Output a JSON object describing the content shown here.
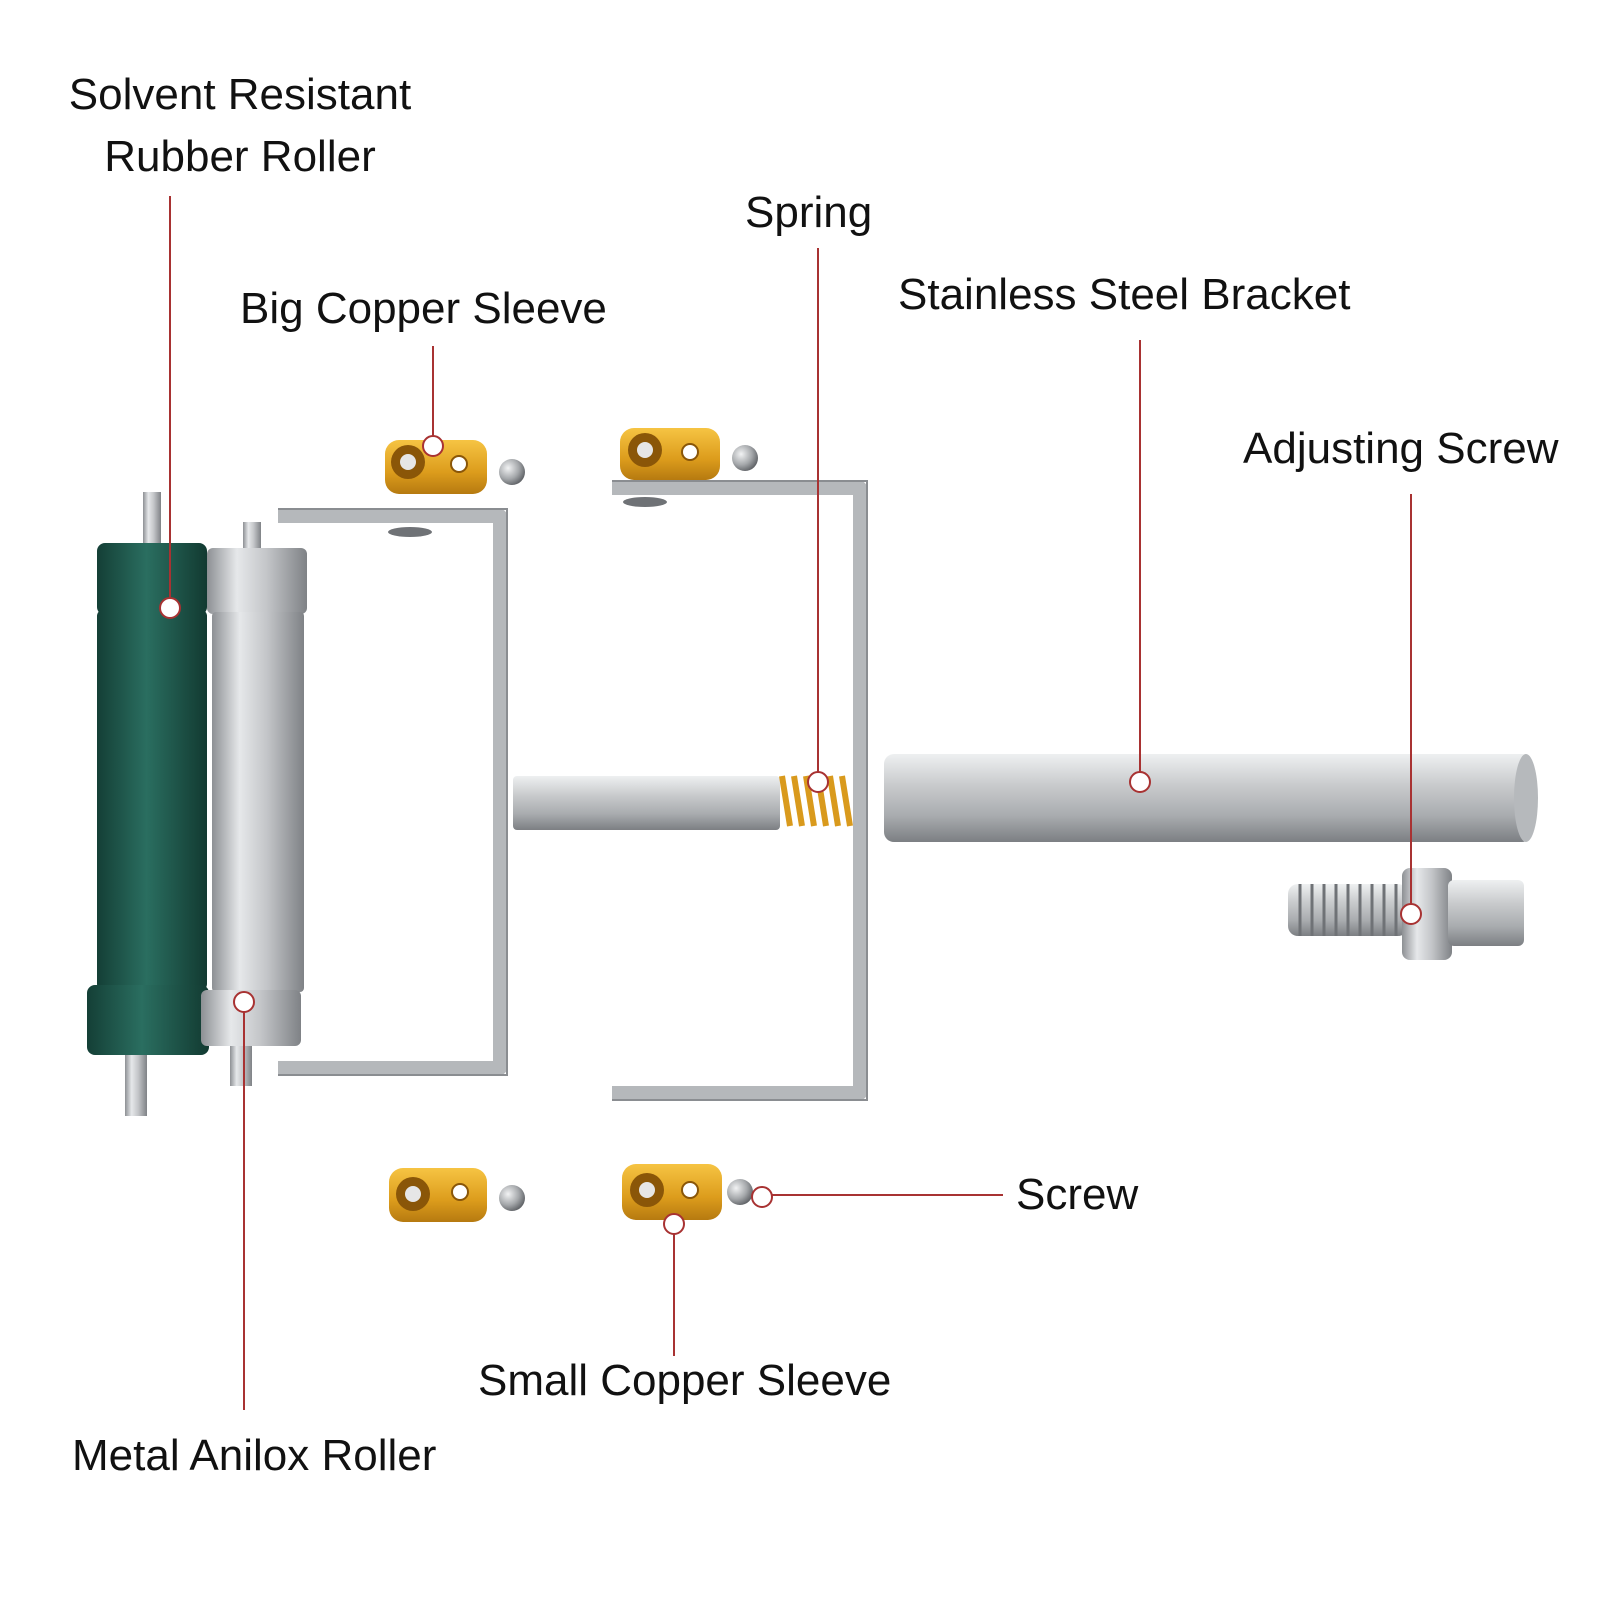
{
  "labels": {
    "rubber_roller_line1": "Solvent Resistant",
    "rubber_roller_line2": "Rubber Roller",
    "big_copper_sleeve": "Big Copper Sleeve",
    "spring": "Spring",
    "stainless_steel_bracket": "Stainless Steel Bracket",
    "adjusting_screw": "Adjusting Screw",
    "screw": "Screw",
    "small_copper_sleeve": "Small Copper Sleeve",
    "metal_anilox_roller": "Metal Anilox Roller"
  },
  "colors": {
    "leader_line": "#a83232",
    "rubber_green": "#1f5c4f",
    "steel": "#c4c6c8",
    "copper": "#e0a422",
    "background": "#ffffff"
  }
}
